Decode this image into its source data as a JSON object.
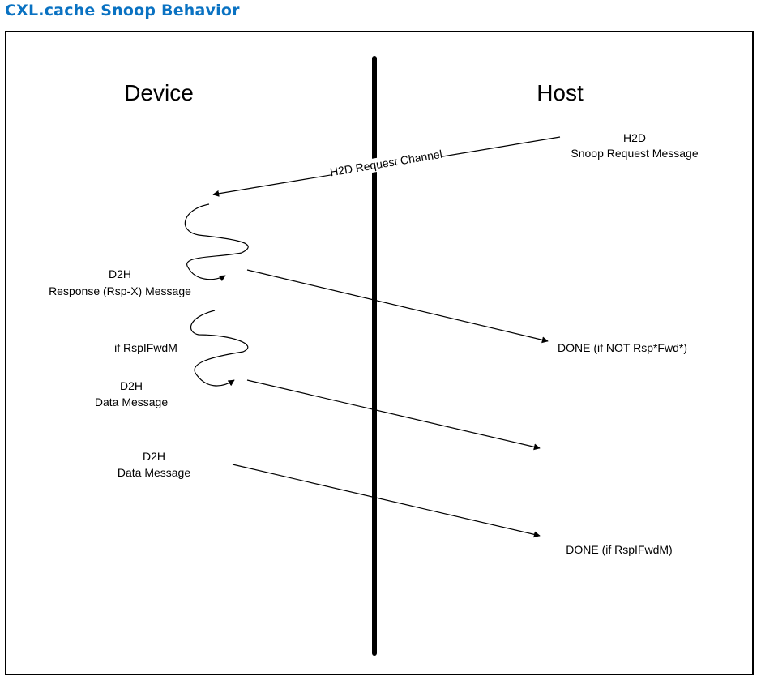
{
  "title": "CXL.cache Snoop Behavior",
  "columns": {
    "device": "Device",
    "host": "Host"
  },
  "messages": {
    "h2d_line1": "H2D",
    "h2d_line2": "Snoop Request Message",
    "h2d_channel": "H2D Request Channel",
    "d2h_resp_line1": "D2H",
    "d2h_resp_line2": "Response (Rsp-X) Message",
    "cond_rspifwdm": "if RspIFwdM",
    "d2h_data1_line1": "D2H",
    "d2h_data1_line2": "Data Message",
    "d2h_data2_line1": "D2H",
    "d2h_data2_line2": "Data Message",
    "done_not_fwd": "DONE (if NOT Rsp*Fwd*)",
    "done_rspifwdm": "DONE (if RspIFwdM)"
  }
}
